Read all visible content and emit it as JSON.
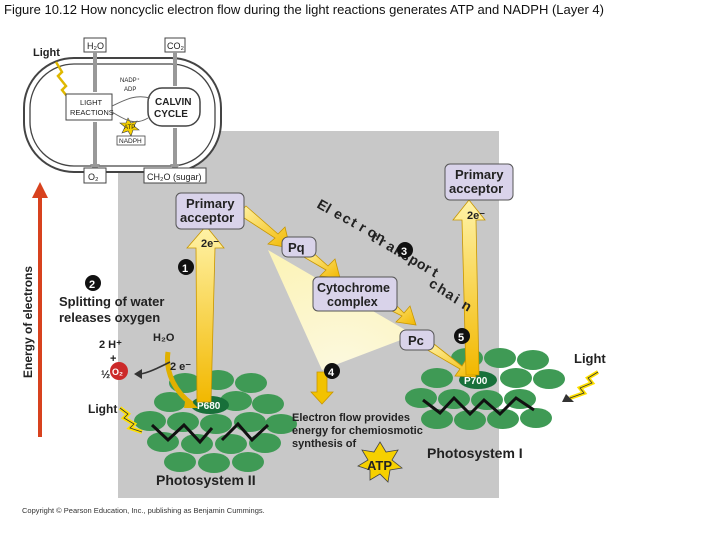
{
  "caption": "Figure 10.12  How noncyclic electron flow during the light reactions generates ATP and NADPH (Layer 4)",
  "inset": {
    "light": "Light",
    "h2o": "H₂O",
    "co2": "CO₂",
    "nadp": "NADP⁺",
    "adp": "ADP",
    "light_reactions_1": "LIGHT",
    "light_reactions_2": "REACTIONS",
    "calvin_1": "CALVIN",
    "calvin_2": "CYCLE",
    "atp": "ATP",
    "nadph": "NADPH",
    "o2": "O₂",
    "sugar": "CH₂O (sugar)"
  },
  "axis_label": "Energy of electrons",
  "ps2": {
    "primary_acceptor_1": "Primary",
    "primary_acceptor_2": "acceptor",
    "electrons": "2e⁻",
    "step1": "1",
    "step2": "2",
    "splitting_1": "Splitting of water",
    "splitting_2": "releases oxygen",
    "h2o": "H₂O",
    "two_h": "2 H⁺",
    "plus": "+",
    "half": "½",
    "o2": "O₂",
    "two_e": "2 e⁻",
    "light": "Light",
    "p680": "P680",
    "title": "Photosystem II"
  },
  "etc": {
    "label": "Electron transport chain",
    "pq": "Pq",
    "cytochrome_1": "Cytochrome",
    "cytochrome_2": "complex",
    "pc": "Pc",
    "step3": "3",
    "step4": "4",
    "step5": "5",
    "flow_1": "Electron flow provides",
    "flow_2": "energy for chemiosmotic",
    "flow_3": "synthesis of",
    "atp": "ATP"
  },
  "ps1": {
    "primary_acceptor_1": "Primary",
    "primary_acceptor_2": "acceptor",
    "electrons": "2e⁻",
    "light": "Light",
    "p700": "P700",
    "title": "Photosystem I"
  },
  "copyright": "Copyright © Pearson Education, Inc., publishing as Benjamin Cummings.",
  "colors": {
    "panel": "#c8c8c8",
    "box": "#d9d3ea",
    "box_border": "#555555",
    "arrow_yellow": "#f2c200",
    "arrow_light": "#fff6b0",
    "thylakoid": "#3f9a55",
    "reaction_center": "#18703a",
    "energy_arrow": "#d8421e",
    "atp_star": "#f6d000",
    "light_bolt": "#ffe000"
  }
}
